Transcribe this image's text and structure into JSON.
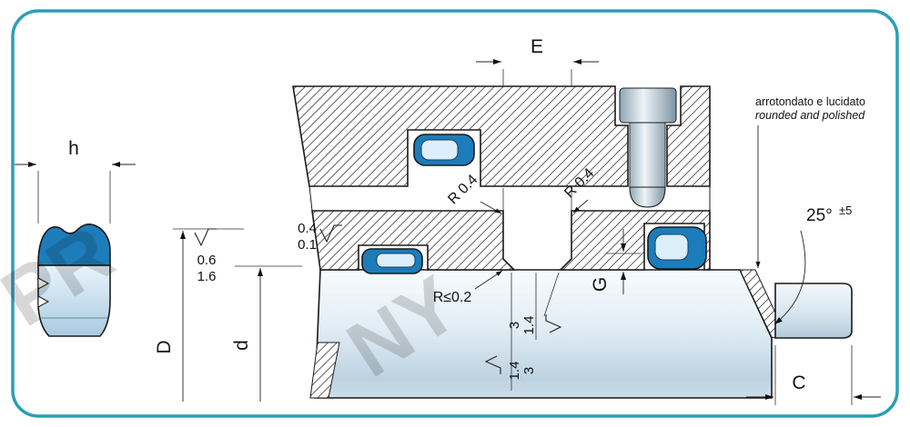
{
  "drawing": {
    "dims": {
      "h": "h",
      "e": "E",
      "big_d": "D",
      "small_d": "d",
      "g": "G",
      "c": "C"
    },
    "radii": {
      "left": "R 0.4",
      "right": "R 0.4",
      "max": "R≤0.2"
    },
    "finish": {
      "a_top": "0.4",
      "a_bottom": "0.1",
      "b_top": "0.6",
      "b_bottom": "1.6",
      "groove_top_left": "3",
      "groove_top_right": "1.4",
      "groove_bottom_left": "1.4",
      "groove_bottom_right": "3"
    },
    "angle": {
      "value": "25°",
      "tolerance": "±5"
    },
    "note": {
      "line1": "arrotondato e lucidato",
      "line2": "rounded and polished"
    },
    "watermark": {
      "left": "PR",
      "center": "NY"
    },
    "colors": {
      "frame": "#2a9fb6",
      "seal_dark": "#1d7cba",
      "seal_light": "#ddeefb",
      "outline": "#1a1a1a"
    }
  }
}
